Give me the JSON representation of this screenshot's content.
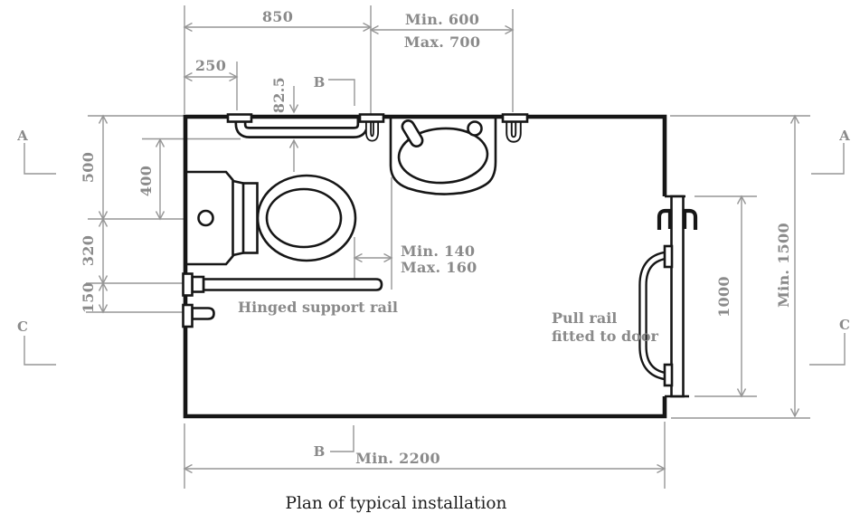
{
  "title": {
    "caption": "Plan of typical installation"
  },
  "annotations": {
    "hinged_rail": "Hinged support rail",
    "pull_rail_line1": "Pull rail",
    "pull_rail_line2": "fitted to door"
  },
  "dims": {
    "w850": "850",
    "min600": "Min. 600",
    "max700": "Max. 700",
    "w250": "250",
    "w82_5": "82.5",
    "h500": "500",
    "h400": "400",
    "h320": "320",
    "h150": "150",
    "min140": "Min. 140",
    "max160": "Max. 160",
    "h1000": "1000",
    "min1500": "Min. 1500",
    "min2200": "Min. 2200"
  },
  "section_markers": {
    "a": "A",
    "b": "B",
    "c": "C"
  },
  "colors": {
    "dimension_line_gray": "#969696",
    "dimension_text_gray": "#8a8a8a",
    "fixture_black": "#161616",
    "caption_dark": "#1e1e1e",
    "background": "#ffffff"
  }
}
